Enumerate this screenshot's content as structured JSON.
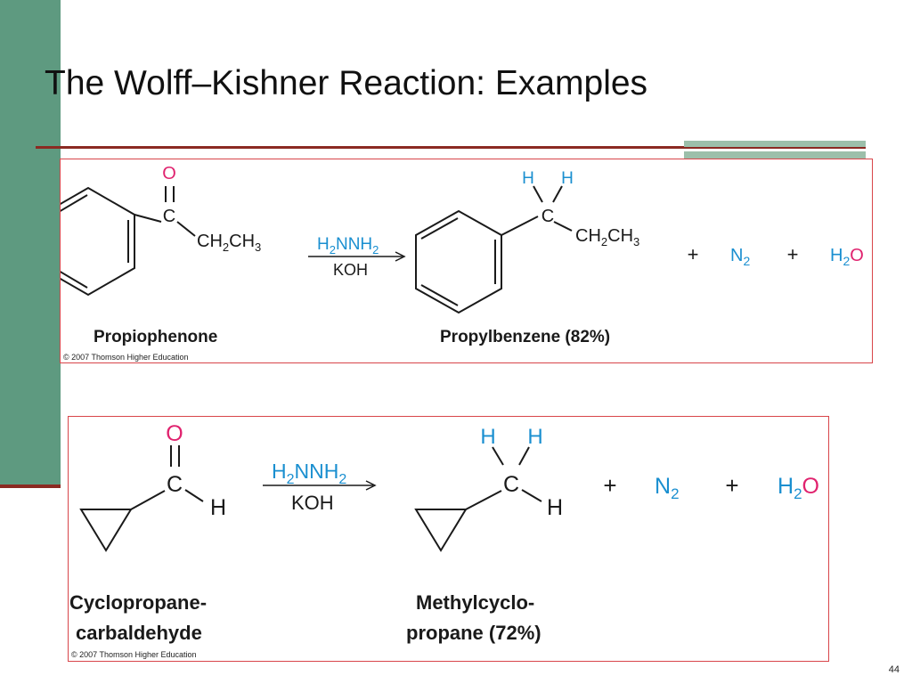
{
  "slide": {
    "title": "The Wolff–Kishner Reaction: Examples",
    "page_number": "44",
    "colors": {
      "accent_bar": "#5e9a80",
      "rule": "#8b2a22",
      "frame": "#d8454a",
      "reagent_blue": "#1a8fd0",
      "oxygen_magenta": "#e0226e"
    }
  },
  "example1": {
    "ketone_o": "O",
    "ketone_c": "C",
    "ethyl": {
      "a": "CH",
      "b": "2",
      "c": "CH",
      "d": "3"
    },
    "reagent": {
      "a": "H",
      "b": "2",
      "c": "NNH",
      "d": "2"
    },
    "base": "KOH",
    "product_h1": "H",
    "product_h2": "H",
    "product_c": "C",
    "product_ethyl": {
      "a": "CH",
      "b": "2",
      "c": "CH",
      "d": "3"
    },
    "plus": "+",
    "n2": {
      "a": "N",
      "b": "2"
    },
    "h2o": {
      "a": "H",
      "b": "2",
      "c": "O"
    },
    "reactant_name": "Propiophenone",
    "product_name": "Propylbenzene (82%)",
    "credit": "© 2007 Thomson Higher Education"
  },
  "example2": {
    "aldehyde_o": "O",
    "aldehyde_c": "C",
    "aldehyde_h": "H",
    "reagent": {
      "a": "H",
      "b": "2",
      "c": "NNH",
      "d": "2"
    },
    "base": "KOH",
    "product_h1": "H",
    "product_h2": "H",
    "product_c": "C",
    "product_h3": "H",
    "plus": "+",
    "n2": {
      "a": "N",
      "b": "2"
    },
    "h2o": {
      "a": "H",
      "b": "2",
      "c": "O"
    },
    "reactant_name_line1": "Cyclopropane-",
    "reactant_name_line2": "carbaldehyde",
    "product_name_line1": "Methylcyclo-",
    "product_name_line2": "propane (72%)",
    "credit": "© 2007 Thomson Higher Education"
  }
}
